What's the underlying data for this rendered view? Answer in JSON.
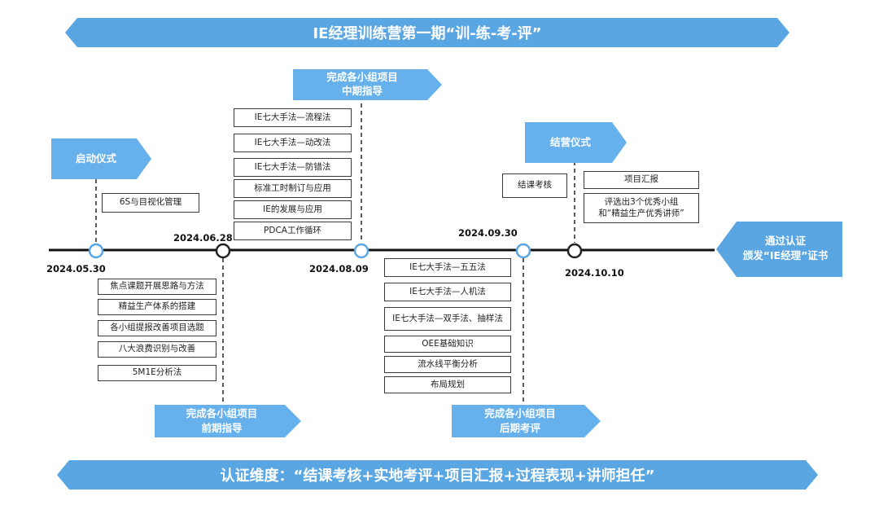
{
  "title": "IE经理训练营第一期“训-练-考-评”",
  "footer": "认证维度：“结课考核+实地考评+项目汇报+过程表现+讲师担任”",
  "final": {
    "line1": "通过认证",
    "line2": "颁发“IE经理”证书"
  },
  "milestones": {
    "start": {
      "date": "2024.05.30",
      "flag": "启动仪式",
      "items": [
        "6S与目视化管理"
      ]
    },
    "early": {
      "date": "2024.06.28",
      "flag1": "完成各小组项目",
      "flag2": "前期指导",
      "items": [
        "焦点课题开展思路与方法",
        "精益生产体系的搭建",
        "各小组提报改善项目选题",
        "八大浪费识别与改善",
        "5M1E分析法"
      ]
    },
    "mid": {
      "date": "2024.08.09",
      "flag1": "完成各小组项目",
      "flag2": "中期指导",
      "items": [
        "IE七大手法—流程法",
        "IE七大手法—动改法",
        "IE七大手法—防错法",
        "标准工时制订与应用",
        "IE的发展与应用",
        "PDCA工作循环"
      ]
    },
    "late": {
      "date": "2024.09.30",
      "flag1": "完成各小组项目",
      "flag2": "后期考评",
      "items": [
        "IE七大手法—五五法",
        "IE七大手法—人机法",
        "IE七大手法—双手法、抽样法",
        "OEE基础知识",
        "流水线平衡分析",
        "布局规划"
      ],
      "exam": "结课考核"
    },
    "end": {
      "date": "2024.10.10",
      "flag": "结营仪式",
      "items": [
        "项目汇报"
      ],
      "eval1": "评选出3个优秀小组",
      "eval2": "和“精益生产优秀讲师”"
    }
  },
  "colors": {
    "banner": "#5aa6e3",
    "flag": "#66b1ec",
    "node_blue": "#5aa6e3",
    "node_dark": "#222222"
  }
}
